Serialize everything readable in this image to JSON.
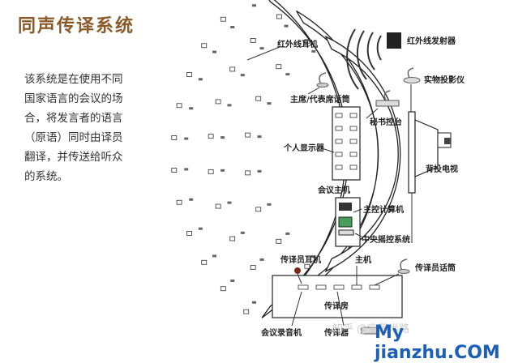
{
  "title": "同声传译系统",
  "description": [
    "该系统是在使用不同",
    "国家语言的会议的场",
    "合，将发言者的语言",
    "（原语）同时由译员",
    "翻译，并传送给听众",
    "的系统。"
  ],
  "labels": {
    "ir_headphone": "红外线耳机",
    "ir_transmitter": "红外线发射器",
    "projector": "实物投影仪",
    "chair_mic": "主席/代表席话筒",
    "secretary": "秘书控台",
    "personal_display": "个人显示器",
    "rear_tv": "背投电视",
    "conference_host": "会议主机",
    "main_computer": "主控计算机",
    "central_control": "中央摇控系统",
    "interpreter_headphone": "传译员耳机",
    "host": "主机",
    "interpreter_mic": "传译员话筒",
    "booth": "传译房",
    "recorder": "会议录音机",
    "interpreter_device": "传译器"
  },
  "watermark": {
    "zhihu": "知乎 @宝莲半路",
    "site": "My jianzhu.COM"
  }
}
